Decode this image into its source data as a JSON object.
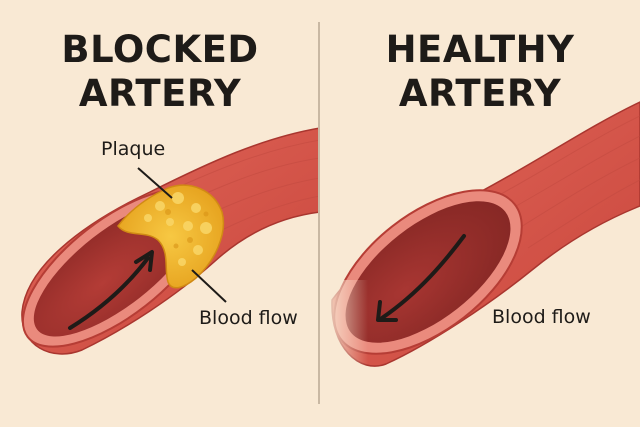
{
  "left_panel": {
    "title_line1": "BLOCKED",
    "title_line2": "ARTERY",
    "plaque_label": "Plaque",
    "flow_label": "Blood flow"
  },
  "right_panel": {
    "title_line1": "HEALTHY",
    "title_line2": "ARTERY",
    "flow_label": "Blood flow"
  },
  "colors": {
    "background": "#f9e9d4",
    "artery_wall": "#d9574b",
    "artery_inner": "#a8342f",
    "plaque": "#f2b01e",
    "text": "#1e1b18"
  }
}
